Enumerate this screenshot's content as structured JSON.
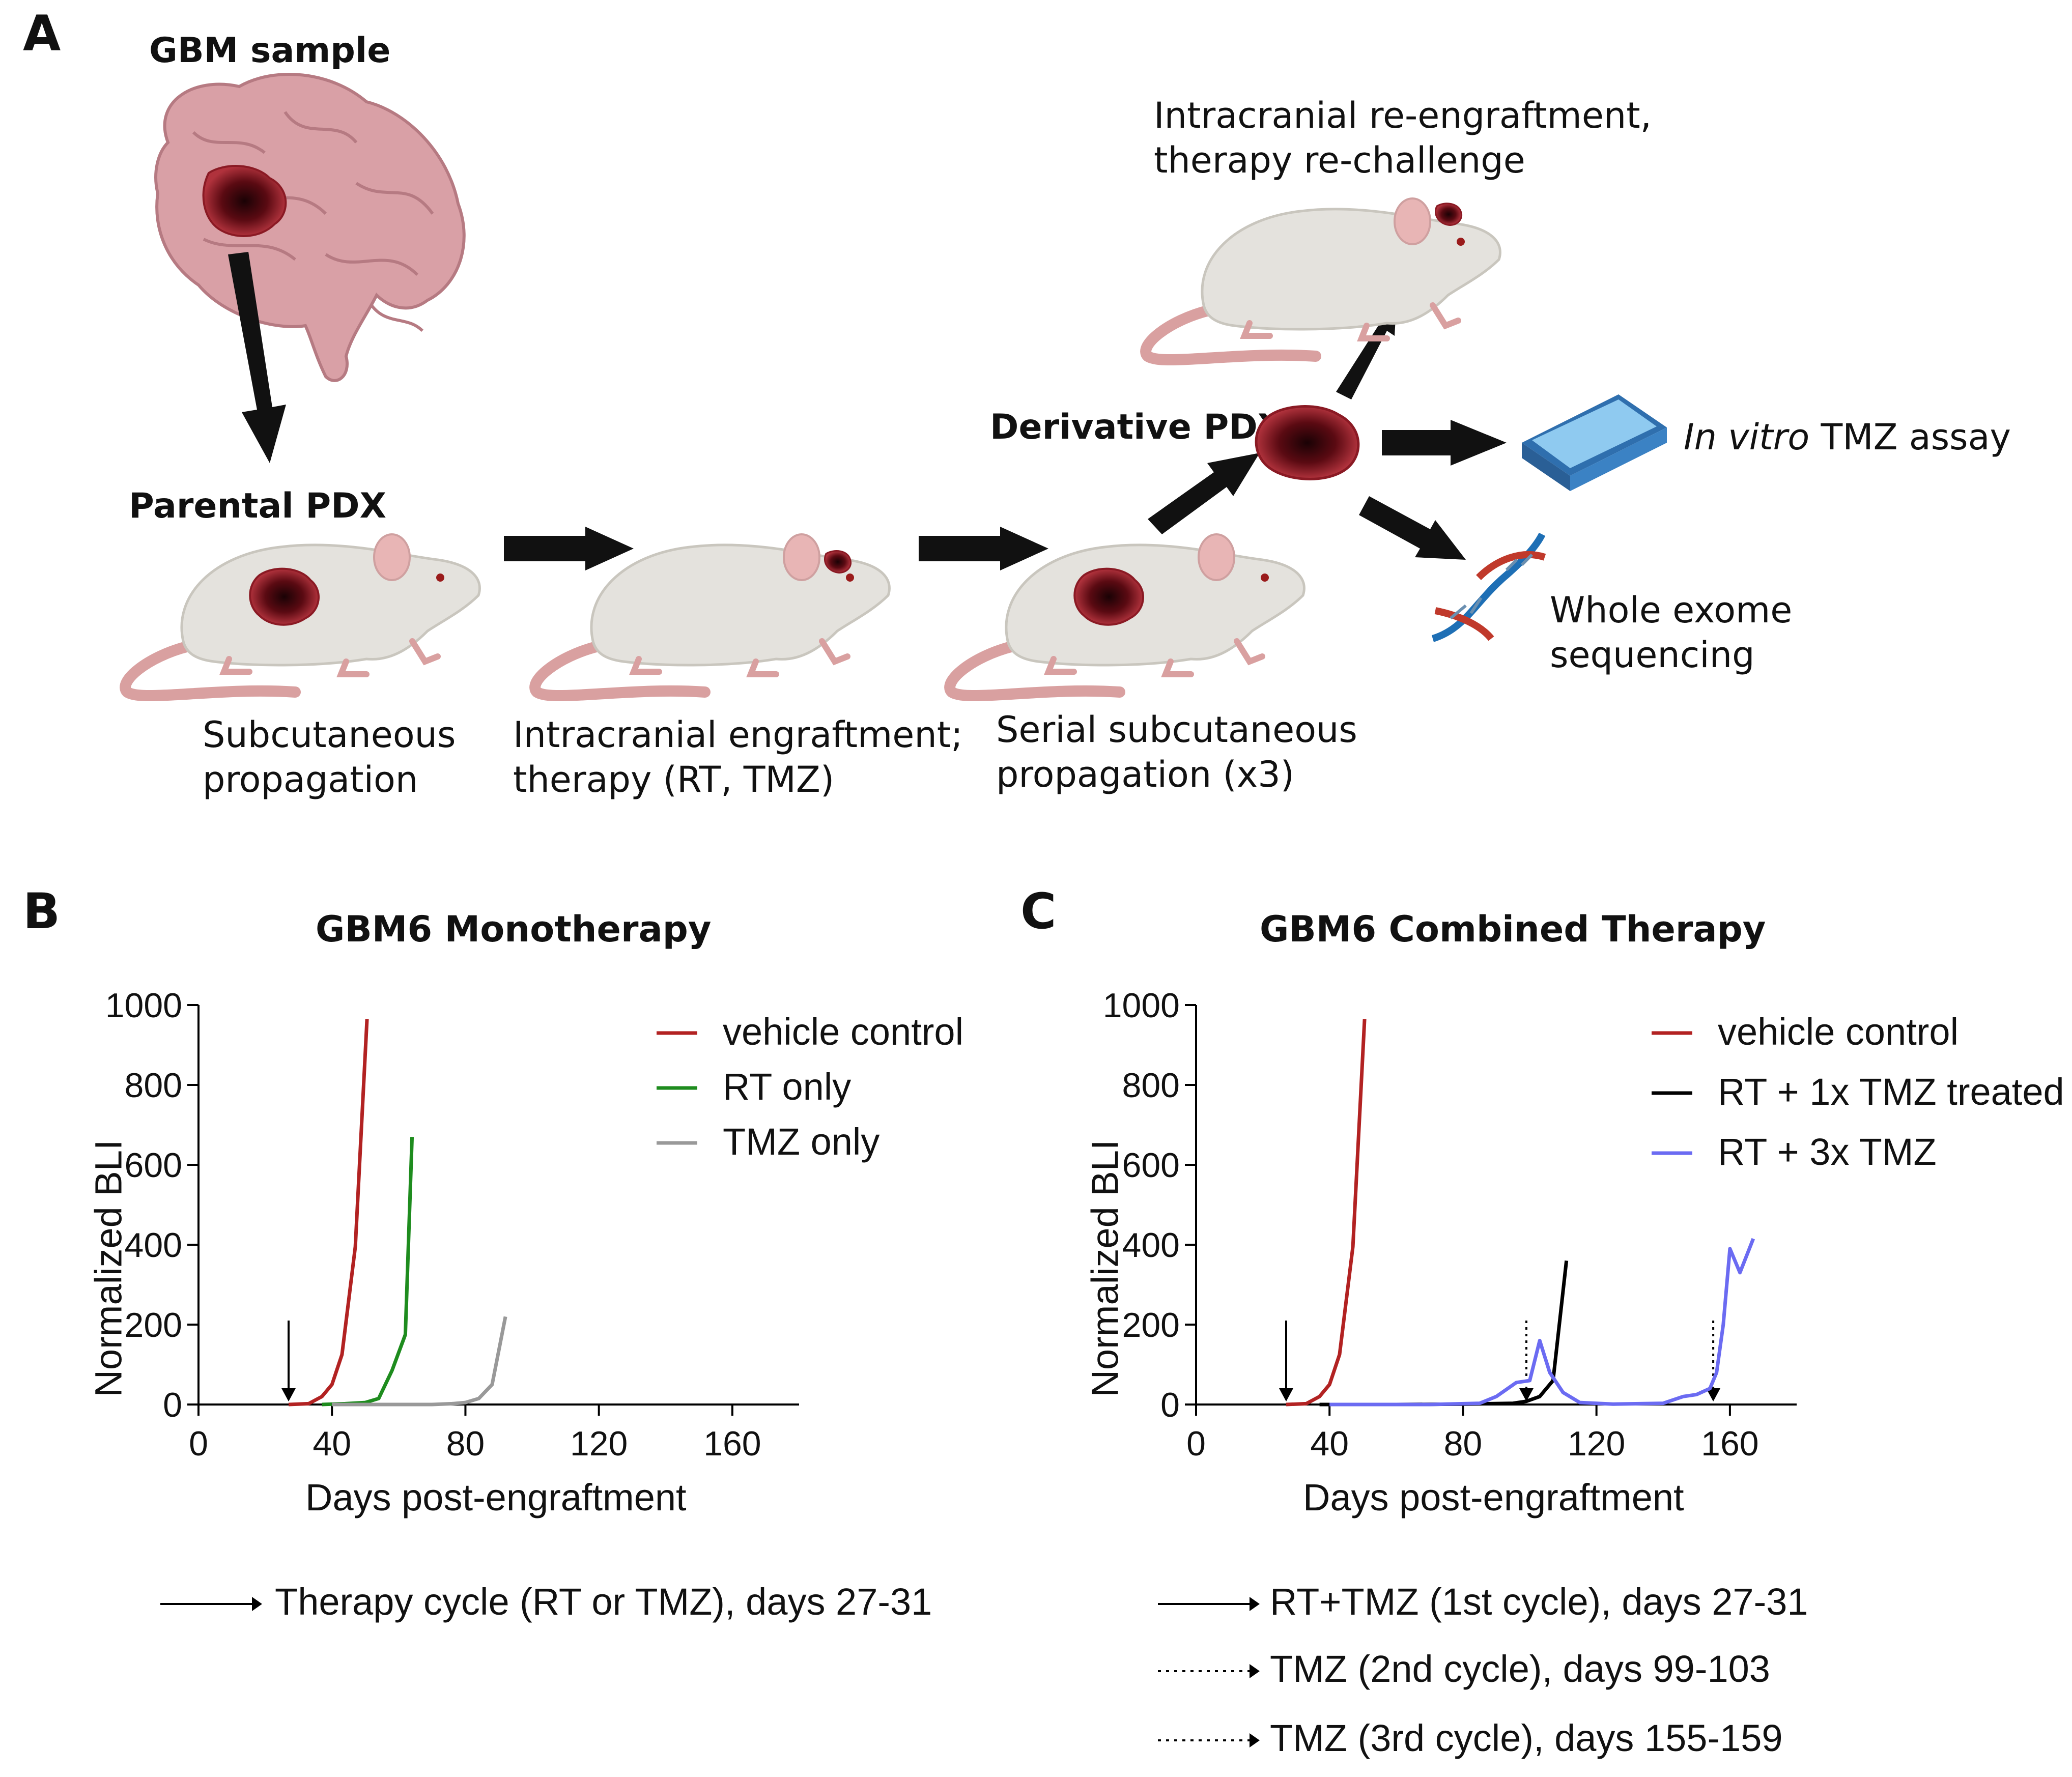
{
  "panel_a": {
    "letter": "A",
    "gbm_sample": "GBM sample",
    "parental_pdx": "Parental PDX",
    "derivative_pdx": "Derivative PDX",
    "step_subcutaneous": [
      "Subcutaneous",
      "propagation"
    ],
    "step_intracranial": [
      "Intracranial engraftment;",
      "therapy (RT, TMZ)"
    ],
    "step_serial": [
      "Serial subcutaneous",
      "propagation (x3)"
    ],
    "step_reengraft": [
      "Intracranial re-engraftment,",
      "therapy re-challenge"
    ],
    "in_vitro_italic": "In vitro",
    "in_vitro_rest": " TMZ assay",
    "wes": [
      "Whole exome",
      "sequencing"
    ]
  },
  "panel_b": {
    "letter": "B",
    "arrow_legend": "Therapy cycle (RT or TMZ), days 27-31"
  },
  "panel_c": {
    "letter": "C",
    "arrow_legend": [
      {
        "label": "RT+TMZ (1st cycle), days 27-31",
        "style": "solid"
      },
      {
        "label": "TMZ (2nd cycle), days 99-103",
        "style": "dotted"
      },
      {
        "label": "TMZ (3rd cycle), days 155-159",
        "style": "dotted"
      }
    ]
  },
  "colors": {
    "vehicle": "#b22222",
    "rt": "#1e8c1e",
    "tmz": "#999999",
    "rt1x": "#000000",
    "rt3x": "#6b6bf2",
    "tumor": "#7a0f1a",
    "mouse_body": "#e3e1dc",
    "mouse_tail": "#d9a0a0",
    "brain": "#d99a9f",
    "plate": "#3b82c4"
  },
  "chart_data": [
    {
      "type": "line",
      "title": "GBM6 Monotherapy",
      "xlabel": "Days post-engraftment",
      "ylabel": "Normalized BLI",
      "xlim": [
        0,
        180
      ],
      "ylim": [
        0,
        1000
      ],
      "xticks": [
        0,
        40,
        80,
        120,
        160
      ],
      "yticks": [
        0,
        200,
        400,
        600,
        800,
        1000
      ],
      "legend_position": "top-right",
      "therapy_arrows": [
        {
          "day": 27,
          "style": "solid"
        }
      ],
      "series": [
        {
          "name": "vehicle control",
          "color": "#b22222",
          "x": [
            27,
            33,
            37,
            40,
            43,
            47,
            50.5
          ],
          "y": [
            0,
            2,
            20,
            50,
            125,
            395,
            965
          ]
        },
        {
          "name": "RT only",
          "color": "#1e8c1e",
          "x": [
            37,
            44,
            50,
            54,
            58,
            62,
            64
          ],
          "y": [
            0,
            2,
            5,
            15,
            85,
            175,
            670
          ]
        },
        {
          "name": "TMZ only",
          "color": "#999999",
          "x": [
            40,
            70,
            76,
            80,
            84,
            88,
            92
          ],
          "y": [
            0,
            0,
            2,
            5,
            15,
            50,
            220
          ]
        }
      ]
    },
    {
      "type": "line",
      "title": "GBM6 Combined Therapy",
      "xlabel": "Days post-engraftment",
      "ylabel": "Normalized BLI",
      "xlim": [
        0,
        180
      ],
      "ylim": [
        0,
        1000
      ],
      "xticks": [
        0,
        40,
        80,
        120,
        160
      ],
      "yticks": [
        0,
        200,
        400,
        600,
        800,
        1000
      ],
      "legend_position": "top-right",
      "therapy_arrows": [
        {
          "day": 27,
          "style": "solid"
        },
        {
          "day": 99,
          "style": "dotted"
        },
        {
          "day": 155,
          "style": "dotted"
        }
      ],
      "series": [
        {
          "name": "vehicle control",
          "color": "#b22222",
          "x": [
            27,
            33,
            37,
            40,
            43,
            47,
            50.5
          ],
          "y": [
            0,
            2,
            20,
            50,
            125,
            395,
            965
          ]
        },
        {
          "name": "RT + 1x TMZ treated",
          "color": "#000000",
          "x": [
            37,
            60,
            80,
            95,
            99,
            103,
            107,
            111
          ],
          "y": [
            0,
            0,
            1,
            3,
            8,
            20,
            60,
            360
          ]
        },
        {
          "name": "RT + 3x TMZ",
          "color": "#6b6bf2",
          "x": [
            40,
            70,
            85,
            90,
            96,
            100,
            103,
            106,
            110,
            115,
            125,
            140,
            146,
            150,
            154,
            156,
            158,
            160,
            163,
            167
          ],
          "y": [
            0,
            0,
            3,
            20,
            55,
            60,
            160,
            80,
            30,
            5,
            1,
            3,
            20,
            25,
            40,
            80,
            200,
            390,
            330,
            415
          ]
        }
      ]
    }
  ]
}
